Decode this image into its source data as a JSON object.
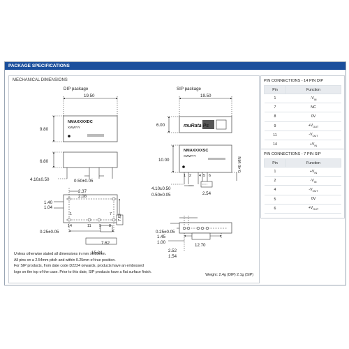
{
  "header": {
    "title": "PACKAGE SPECIFICATIONS"
  },
  "mech": {
    "title": "MECHANICAL DIMENSIONS",
    "dip": {
      "label": "DIP package",
      "width": "19.50",
      "height": "9.80",
      "part": "NMAXXXXDC",
      "date": "XWWYY",
      "side_height": "6.80",
      "pin_len": "4.10±0.50",
      "pin_w": "0.50±0.05",
      "b1": "2.37",
      "b2": "2.08",
      "b3": "1.40",
      "b4": "1.04",
      "pin_row": "7.62",
      "pin_dia": "0.25±0.05",
      "row_len": "15.24",
      "pin_spacing": "7.62",
      "pins_top": [
        "1",
        "7"
      ],
      "pins_bottom": [
        "14",
        "11",
        "9",
        "8"
      ]
    },
    "sip": {
      "label": "SIP package",
      "width": "19.50",
      "height": "6.00",
      "logo": "muRata Ps",
      "part": "NMAXXXXSC",
      "date": "XWWYY",
      "side_height": "10.00",
      "min_label": "0.40 MIN",
      "pin_len": "4.10±0.50",
      "pin_w": "0.50±0.05",
      "pitch": "2.54",
      "pins": [
        "1",
        "2",
        "4",
        "5",
        "6"
      ],
      "b1": "1.45",
      "b2": "1.00",
      "row": "12.70",
      "pin_dia": "0.25±0.05",
      "c1": "2.52",
      "c2": "1.54"
    },
    "notes": [
      "Unless otherwise stated all dimensions in mm ±0.25mm.",
      "All pins on a 2.54mm pitch and within 0.25mm of true position.",
      "For SIP products, from date code D2224 onwards, products have an embossed",
      "logo on the top of the case. Prior to this date, SIP products have a flat surface finish."
    ],
    "weight": "Weight: 2.4g (DIP) 2.1g (SIP)"
  },
  "pin14": {
    "title": "PIN CONNECTIONS - 14 PIN DIP",
    "headers": [
      "Pin",
      "Function"
    ],
    "rows": [
      {
        "pin": "1",
        "fn": "-V",
        "sub": "IN"
      },
      {
        "pin": "7",
        "fn": "NC",
        "sub": ""
      },
      {
        "pin": "8",
        "fn": "0V",
        "sub": ""
      },
      {
        "pin": "9",
        "fn": "+V",
        "sub": "OUT"
      },
      {
        "pin": "11",
        "fn": "-V",
        "sub": "OUT"
      },
      {
        "pin": "14",
        "fn": "+V",
        "sub": "IN"
      }
    ]
  },
  "pin7": {
    "title": "PIN CONNECTIONS - 7 PIN SIP",
    "headers": [
      "Pin",
      "Function"
    ],
    "rows": [
      {
        "pin": "1",
        "fn": "+V",
        "sub": "IN"
      },
      {
        "pin": "2",
        "fn": "-V",
        "sub": "IN"
      },
      {
        "pin": "4",
        "fn": "-V",
        "sub": "OUT"
      },
      {
        "pin": "5",
        "fn": "0V",
        "sub": ""
      },
      {
        "pin": "6",
        "fn": "+V",
        "sub": "OUT"
      }
    ]
  }
}
